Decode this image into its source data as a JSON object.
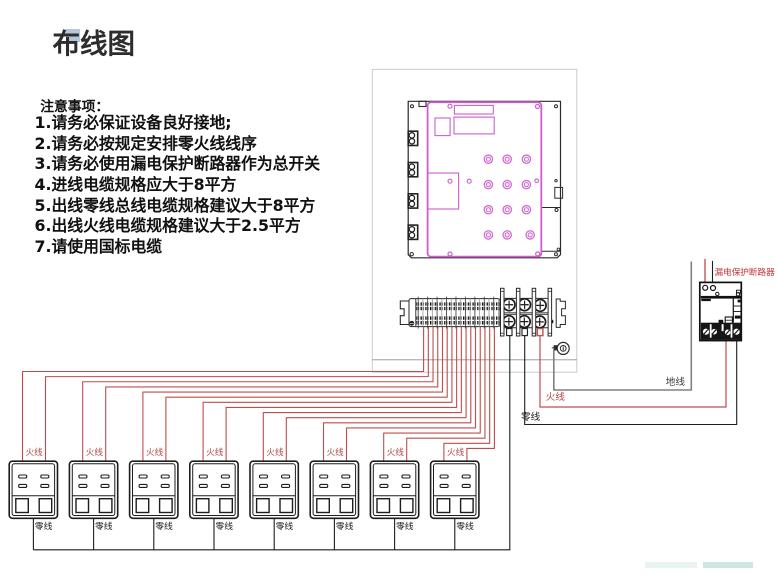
{
  "title": "布线图",
  "notes": {
    "heading": "注意事项：",
    "items": [
      "1.请务必保证设备良好接地;",
      "2.请务必按规定安排零火线线序",
      "3.请务必使用漏电保护断路器作为总开关",
      "4.进线电缆规格应大于8平方",
      "5.出线零线总线电缆规格建议大于8平方",
      "6.出线火线电缆规格建议大于2.5平方",
      "7.请使用国标电缆"
    ]
  },
  "labels": {
    "breaker": "漏电保护断路器",
    "live_to_breaker": "火线",
    "neutral_to_breaker": "零线",
    "ground": "地线"
  },
  "outlets": [
    {
      "live_label": "火线",
      "neutral_label": "零线"
    },
    {
      "live_label": "火线",
      "neutral_label": "零线"
    },
    {
      "live_label": "火线",
      "neutral_label": "零线"
    },
    {
      "live_label": "火线",
      "neutral_label": "零线"
    },
    {
      "live_label": "火线",
      "neutral_label": "零线"
    },
    {
      "live_label": "火线",
      "neutral_label": "零线"
    },
    {
      "live_label": "火线",
      "neutral_label": "零线"
    },
    {
      "live_label": "火线",
      "neutral_label": "零线"
    }
  ],
  "colors": {
    "title_text": "#2d2d2d",
    "title_highlight": "#b3c7dc",
    "notes_text": "#111111",
    "live_wire": "#c04c4c",
    "live_label": "#b34a48",
    "neutral_wire": "#1d1d1d",
    "neutral_label": "#222222",
    "ground_wire": "#808080",
    "ground_label": "#3d3d3d",
    "breaker_label": "#c23535",
    "pcb_outline": "#cc5fcc",
    "chassis_outline": "#2a2a2a",
    "frame_outline": "#cbcbcb",
    "frame_inner_line": "#909090",
    "footer_bar_1": "#e9f4f1",
    "footer_bar_2": "#cfe7e2"
  }
}
